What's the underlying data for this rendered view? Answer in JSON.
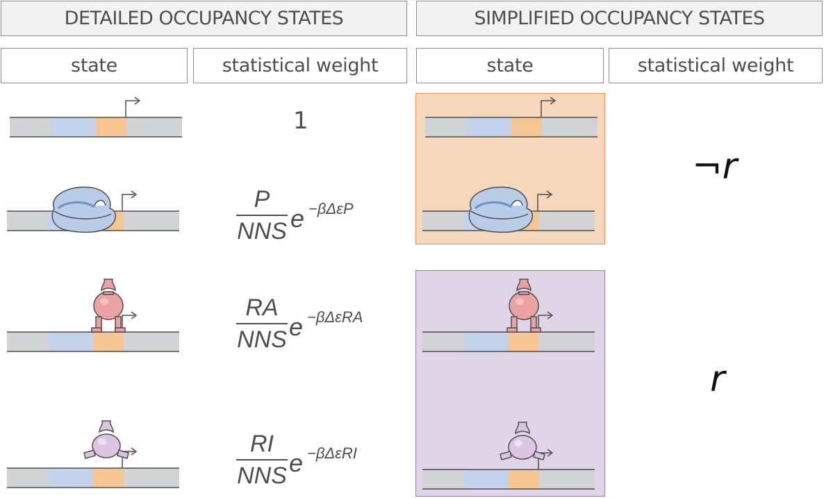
{
  "headers": {
    "detailed": "DETAILED OCCUPANCY STATES",
    "simplified": "SIMPLIFIED OCCUPANCY STATES"
  },
  "columns": {
    "state": "state",
    "weight": "statistical weight"
  },
  "weights": {
    "empty": "1",
    "polymerase": {
      "num": "P",
      "den": "NNS",
      "exp": "−βΔεP"
    },
    "active": {
      "num": "RA",
      "den": "NNS",
      "exp": "−βΔεRA"
    },
    "inactive": {
      "num": "RI",
      "den": "NNS",
      "exp": "−βΔεRI"
    }
  },
  "simplified_labels": {
    "not_repressed": "¬r",
    "repressed": "r"
  },
  "colors": {
    "dna": "#d2d3d5",
    "operator": "#c3d3ec",
    "promoter": "#f5c691",
    "polymerase": "#b9cde9",
    "active_repressor": "#eba2a3",
    "inactive_repressor": "#dcc5e2",
    "orange_box": "#f5d7bb",
    "purple_box": "#e0d4e7"
  }
}
